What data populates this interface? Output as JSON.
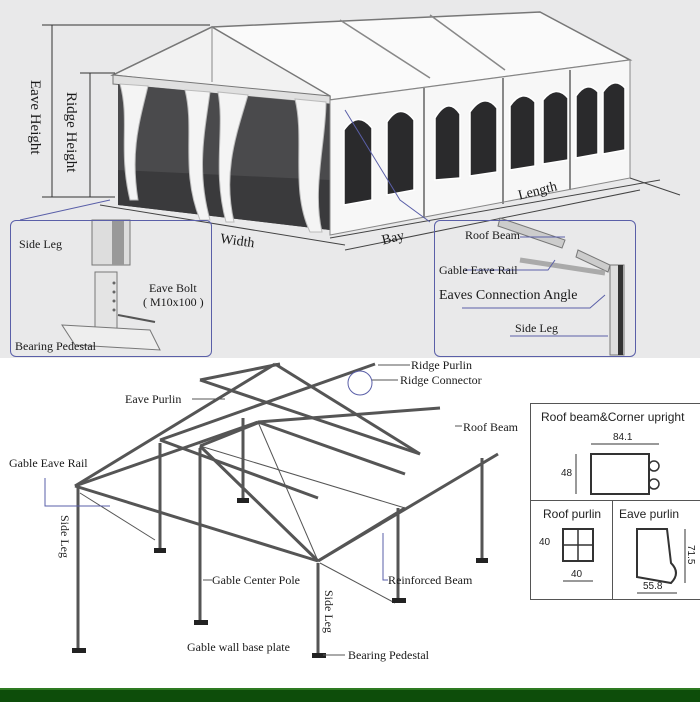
{
  "top_illustration": {
    "labels": {
      "eave_height": "Eave Height",
      "ridge_height": "Ridge Height",
      "width": "Width",
      "length": "Length",
      "bay": "Bay"
    },
    "base_detail": {
      "side_leg": "Side Leg",
      "eave_bolt": "Eave Bolt",
      "eave_bolt_spec": "( M10x100 )",
      "bearing_pedestal": "Bearing Pedestal"
    },
    "eave_detail": {
      "roof_beam": "Roof Beam",
      "gable_eave_rail": "Gable Eave Rail",
      "eaves_connection_angle": "Eaves Connection Angle",
      "side_leg": "Side Leg"
    }
  },
  "frame_diagram": {
    "labels": {
      "ridge_purlin": "Ridge Purlin",
      "ridge_connector": "Ridge Connector",
      "eave_purlin": "Eave Purlin",
      "roof_beam": "Roof  Beam",
      "gable_eave_rail": "Gable Eave Rail",
      "side_leg_left": "Side Leg",
      "gable_center_pole": "Gable Center Pole",
      "side_leg_front": "Side Leg",
      "reinforced_beam": "Reinforced Beam",
      "gable_wall_base_plate": "Gable wall base plate",
      "bearing_pedestal": "Bearing Pedestal"
    }
  },
  "profiles": {
    "roof_beam_corner": {
      "title": "Roof beam&Corner upright",
      "width": "84.1",
      "height": "48"
    },
    "roof_purlin": {
      "title": "Roof purlin",
      "width": "40",
      "height": "40"
    },
    "eave_purlin": {
      "title": "Eave purlin",
      "width": "55.8",
      "height": "71.5"
    }
  },
  "colors": {
    "callout_line": "#5a5fa8",
    "bottom_bar": "#0d4d0a",
    "top_background": "#e9e9ea"
  }
}
